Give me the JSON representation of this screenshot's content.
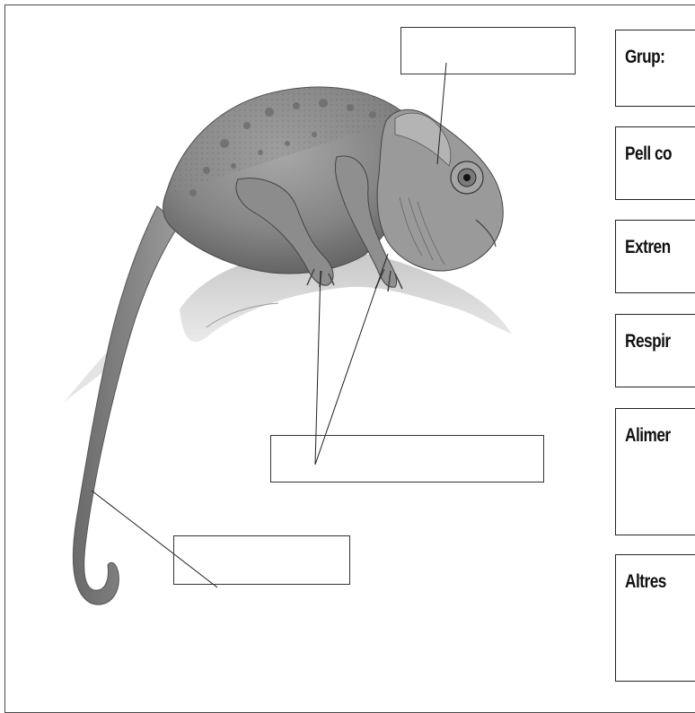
{
  "info_boxes": [
    {
      "label": "Grup:"
    },
    {
      "label": "Pell co"
    },
    {
      "label": "Extren"
    },
    {
      "label": "Respir"
    },
    {
      "label": "Alimer"
    },
    {
      "label": "Altres"
    }
  ]
}
